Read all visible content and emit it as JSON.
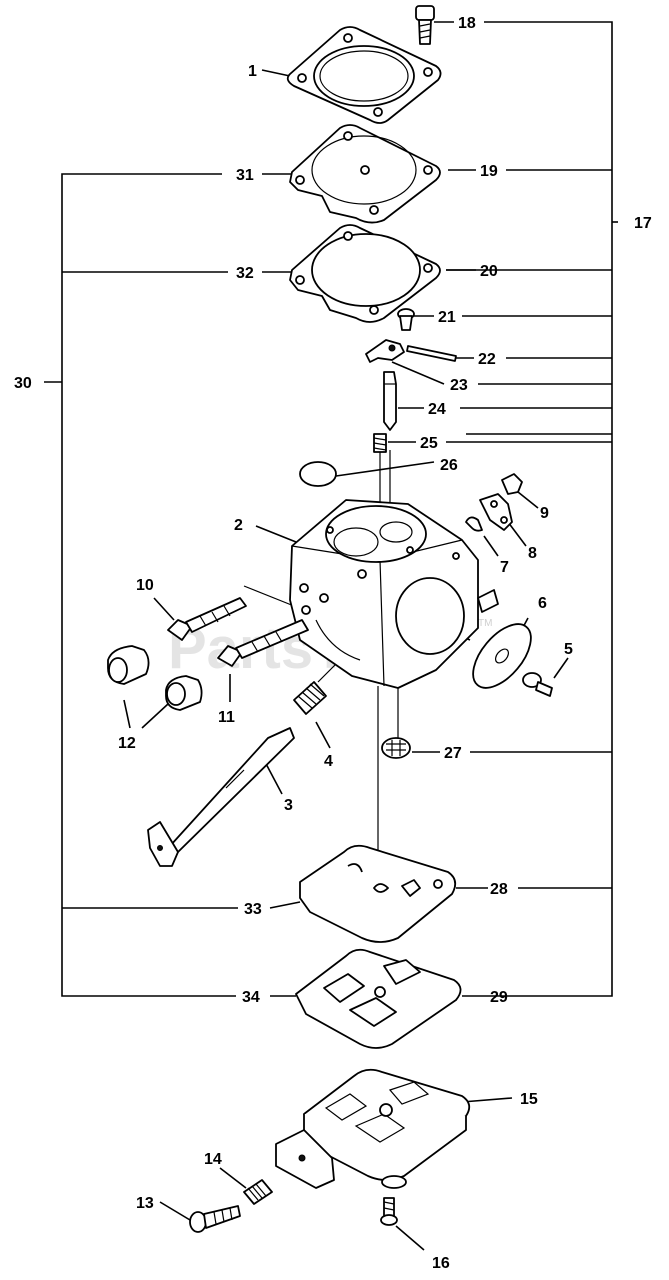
{
  "watermark": {
    "text": "PartsTree",
    "trademark": "TM"
  },
  "callouts": {
    "c1": "1",
    "c2": "2",
    "c3": "3",
    "c4": "4",
    "c5": "5",
    "c6": "6",
    "c7": "7",
    "c8": "8",
    "c9": "9",
    "c10": "10",
    "c11": "11",
    "c12": "12",
    "c13": "13",
    "c14": "14",
    "c15": "15",
    "c16": "16",
    "c17": "17",
    "c18": "18",
    "c19": "19",
    "c20": "20",
    "c21": "21",
    "c22": "22",
    "c23": "23",
    "c24": "24",
    "c25": "25",
    "c26": "26",
    "c27": "27",
    "c28": "28",
    "c29": "29",
    "c30": "30",
    "c31": "31",
    "c32": "32",
    "c33": "33",
    "c34": "34"
  }
}
